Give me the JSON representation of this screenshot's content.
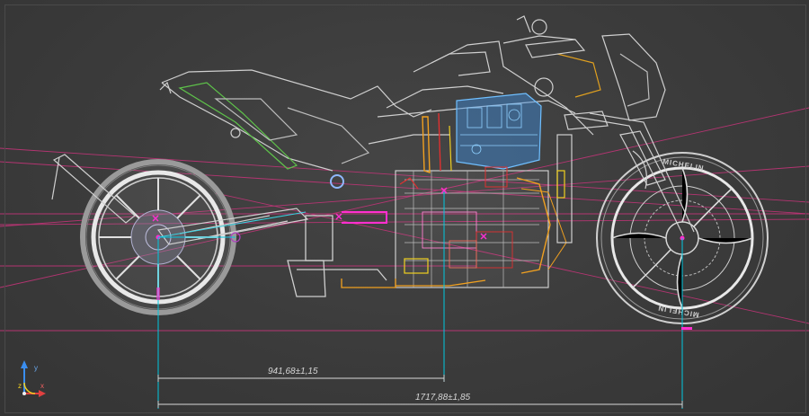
{
  "viewport": {
    "background": "#3a3a3a",
    "line_color": "#cfcfcf",
    "accent_colors": {
      "centerline": "#d1347f",
      "dimension": "#00c8e0",
      "engine_blue": "#4aa3e6",
      "frame_green": "#5ec24a",
      "exhaust_orange": "#f0a020",
      "red_parts": "#e03030"
    }
  },
  "dimensions": {
    "front_to_engine": "941,68±1,15",
    "wheelbase": "1717,88±1,85"
  },
  "tyre_text": {
    "front_upper": "MICHELIN",
    "front_lower": "MICHELIN"
  },
  "axis_triad": {
    "y_label": "y",
    "z_label": "z",
    "x_label": "x"
  }
}
